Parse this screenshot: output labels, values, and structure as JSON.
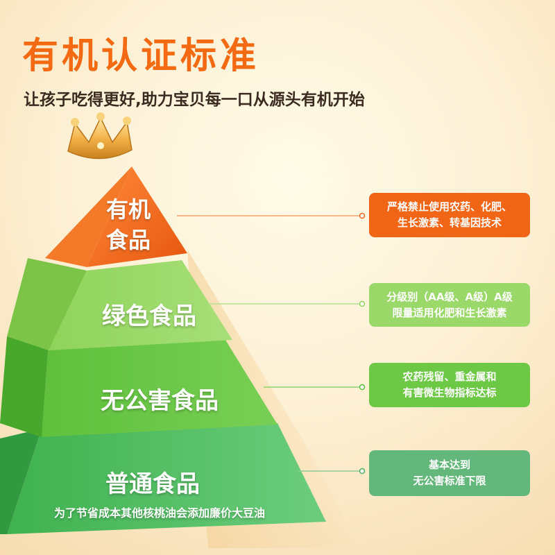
{
  "header": {
    "title": "有机认证标准",
    "subtitle": "让孩子吃得更好,助力宝贝每一口从源头有机开始"
  },
  "tiers": [
    {
      "line1": "有机",
      "line2": "食品",
      "color": "#f06516",
      "desc_line1": "严格禁止使用农药、化肥、",
      "desc_line2": "生长激素、转基因技术"
    },
    {
      "label": "绿色食品",
      "color": "#9bd86a",
      "desc_line1": "分级别（AA级、A级）A级",
      "desc_line2": "限量适用化肥和生长激素"
    },
    {
      "label": "无公害食品",
      "color": "#6cc845",
      "desc_line1": "农药残留、重金属和",
      "desc_line2": "有害微生物指标达标"
    },
    {
      "label": "普通食品",
      "sub": "为了节省成本其他核桃油会添加廉价大豆油",
      "color": "#64b77a",
      "desc_line1": "基本达到",
      "desc_line2": "无公害标准下限"
    }
  ],
  "icons": {
    "crown": "crown-icon"
  }
}
